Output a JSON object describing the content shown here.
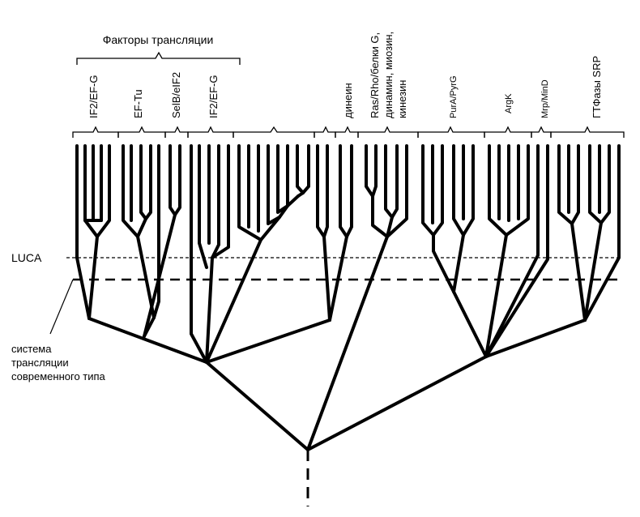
{
  "title": "Факторы трансляции",
  "groups": [
    "IF2/EF-G",
    "EF-Tu",
    "SelB/eIF2",
    "IF2/EF-G",
    "динеин",
    "Ras/Rho/белки G,",
    "динамин, миозин,",
    "кинезин",
    "PurA/PyrG",
    "ArgK",
    "Mrp/MinD",
    "ГТФазы SRP"
  ],
  "luca_label": "LUCA",
  "system_label": [
    "система",
    "трансляции",
    "современного типа"
  ],
  "colors": {
    "ink": "#000000",
    "background": "#ffffff"
  }
}
